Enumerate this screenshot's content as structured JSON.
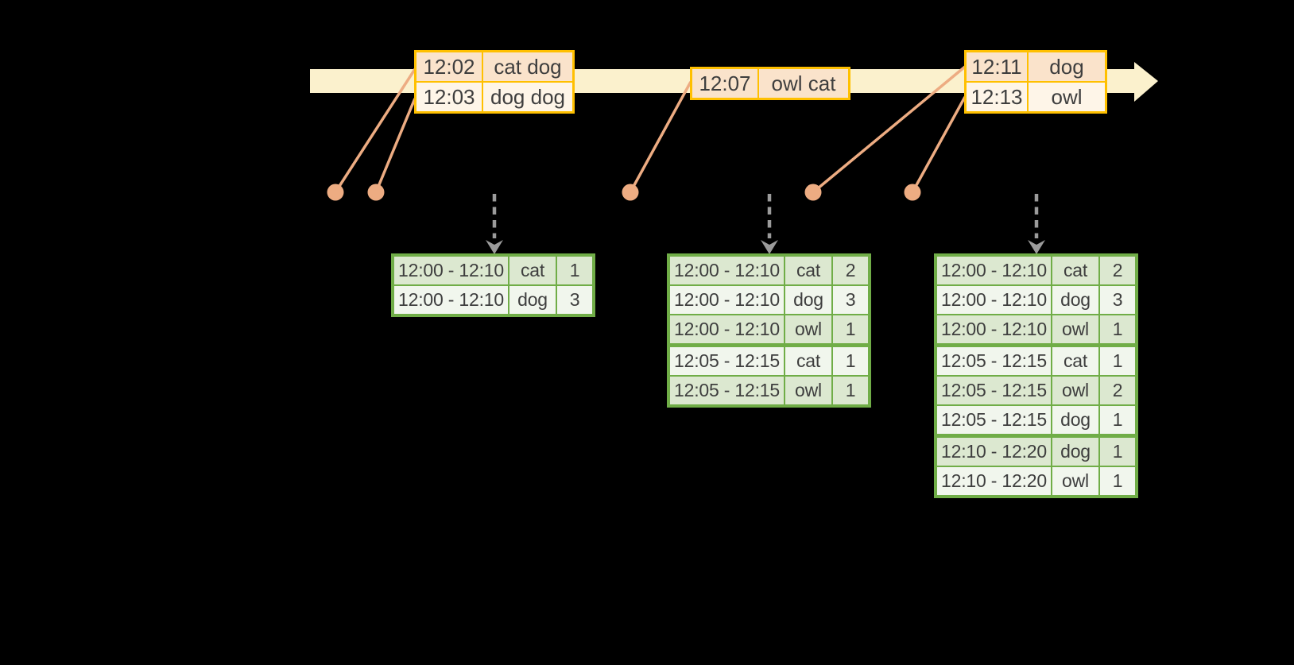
{
  "colors": {
    "background": "#000000",
    "timeline_band": "#FBF1CD",
    "event_border": "#FFC000",
    "event_row_peach": "#FAE3CB",
    "event_row_cream": "#FEF5E8",
    "connector": "#EDAC82",
    "trigger_arrow": "#9B9B9B",
    "result_border": "#70AD47",
    "result_row_dark": "#DCE8D0",
    "result_row_light": "#F1F6ED",
    "table_text": "#3E3E3E"
  },
  "icons": {
    "timeline_arrowhead": "right-arrow",
    "trigger_arrowhead": "down-arrow",
    "event_dot": "circle-marker"
  },
  "event_tables": [
    {
      "rows": [
        {
          "time": "12:02",
          "words": "cat dog"
        },
        {
          "time": "12:03",
          "words": "dog dog"
        }
      ]
    },
    {
      "rows": [
        {
          "time": "12:07",
          "words": "owl cat"
        }
      ]
    },
    {
      "rows": [
        {
          "time": "12:11",
          "words": "dog"
        },
        {
          "time": "12:13",
          "words": "owl"
        }
      ]
    }
  ],
  "result_tables": [
    {
      "rows": [
        {
          "window": "12:00 - 12:10",
          "word": "cat",
          "count": "1"
        },
        {
          "window": "12:00 - 12:10",
          "word": "dog",
          "count": "3"
        }
      ]
    },
    {
      "rows": [
        {
          "window": "12:00 - 12:10",
          "word": "cat",
          "count": "2"
        },
        {
          "window": "12:00 - 12:10",
          "word": "dog",
          "count": "3"
        },
        {
          "window": "12:00 - 12:10",
          "word": "owl",
          "count": "1"
        },
        {
          "window": "12:05 - 12:15",
          "word": "cat",
          "count": "1"
        },
        {
          "window": "12:05 - 12:15",
          "word": "owl",
          "count": "1"
        }
      ]
    },
    {
      "rows": [
        {
          "window": "12:00 - 12:10",
          "word": "cat",
          "count": "2"
        },
        {
          "window": "12:00 - 12:10",
          "word": "dog",
          "count": "3"
        },
        {
          "window": "12:00 - 12:10",
          "word": "owl",
          "count": "1"
        },
        {
          "window": "12:05 - 12:15",
          "word": "cat",
          "count": "1"
        },
        {
          "window": "12:05 - 12:15",
          "word": "owl",
          "count": "2"
        },
        {
          "window": "12:05 - 12:15",
          "word": "dog",
          "count": "1"
        },
        {
          "window": "12:10 - 12:20",
          "word": "dog",
          "count": "1"
        },
        {
          "window": "12:10 - 12:20",
          "word": "owl",
          "count": "1"
        }
      ]
    }
  ]
}
